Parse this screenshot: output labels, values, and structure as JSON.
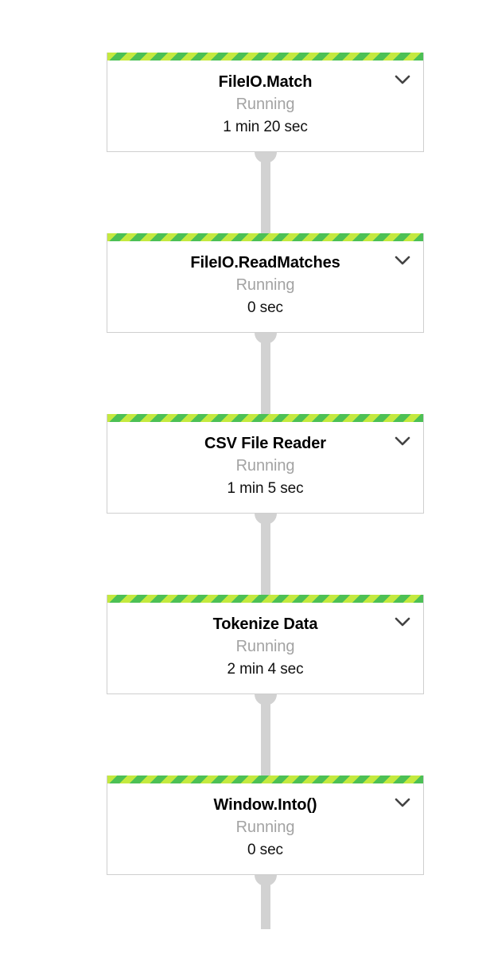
{
  "graph": {
    "status_color_primary": "#4cc055",
    "status_color_secondary": "#c4e93f",
    "connector_color": "#d2d2d2",
    "card_border_color": "#cfcfcf",
    "state_text_color": "#a3a3a3",
    "toggle_icon": "chevron-down-icon",
    "nodes": [
      {
        "title": "FileIO.Match",
        "state": "Running",
        "duration": "1 min 20 sec"
      },
      {
        "title": "FileIO.ReadMatches",
        "state": "Running",
        "duration": "0 sec"
      },
      {
        "title": "CSV File Reader",
        "state": "Running",
        "duration": "1 min 5 sec"
      },
      {
        "title": "Tokenize Data",
        "state": "Running",
        "duration": "2 min 4 sec"
      },
      {
        "title": "Window.Into()",
        "state": "Running",
        "duration": "0 sec"
      }
    ]
  }
}
